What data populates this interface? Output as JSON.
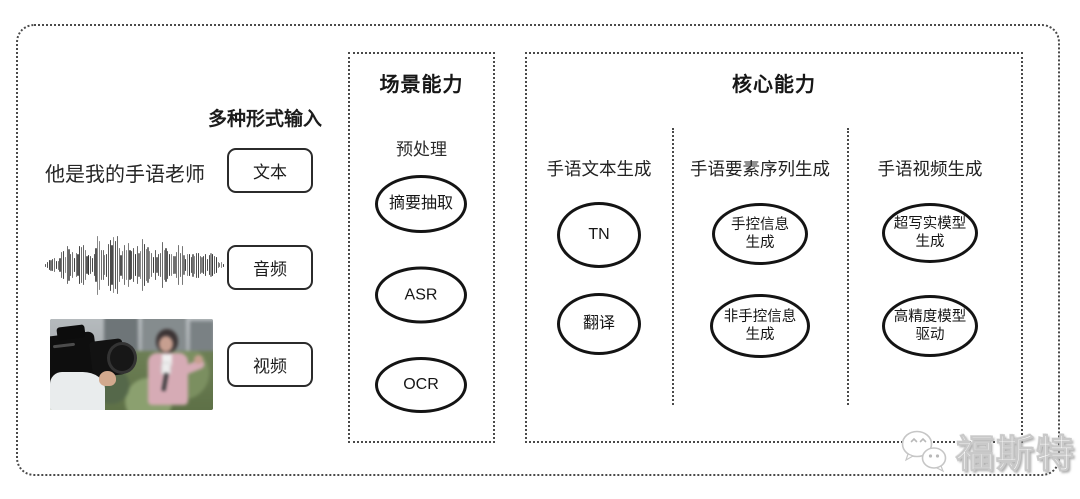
{
  "input_section": {
    "header": "多种形式输入",
    "sample_text": "他是我的手语老师",
    "items": [
      {
        "label": "文本"
      },
      {
        "label": "音频"
      },
      {
        "label": "视频"
      }
    ]
  },
  "scene_box": {
    "title": "场景能力",
    "subtitle": "预处理",
    "nodes": [
      "摘要抽取",
      "ASR",
      "OCR"
    ]
  },
  "core_box": {
    "title": "核心能力",
    "columns": [
      {
        "header": "手语文本生成",
        "nodes": [
          "TN",
          "翻译"
        ]
      },
      {
        "header": "手语要素序列生成",
        "nodes": [
          "手控信息\n生成",
          "非手控信息\n生成"
        ]
      },
      {
        "header": "手语视频生成",
        "nodes": [
          "超写实模型\n生成",
          "高精度模型\n驱动"
        ]
      }
    ]
  },
  "watermark": {
    "label": "福斯特",
    "icon": "wechat-icon"
  },
  "colors": {
    "line": "#4a4a4a",
    "node_border": "#141414",
    "text": "#1f1f1f",
    "watermark_gray": "#c9c9c9",
    "background": "#ffffff"
  }
}
